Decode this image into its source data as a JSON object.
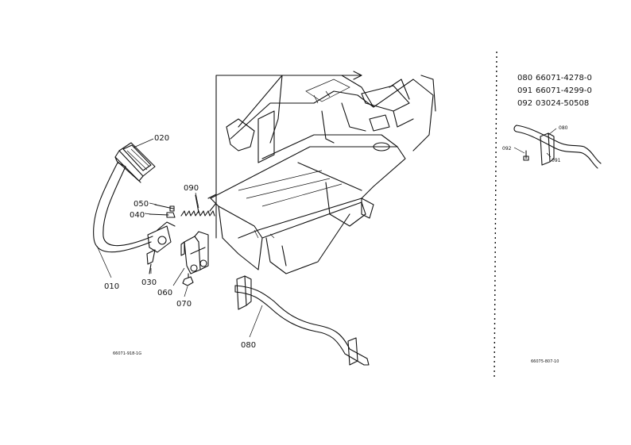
{
  "callouts": {
    "c020": "020",
    "c050": "050",
    "c040": "040",
    "c090": "090",
    "c030": "030",
    "c010": "010",
    "c060": "060",
    "c070": "070",
    "c080": "080"
  },
  "drawing_code_left": "66071-918-1G",
  "drawing_code_right": "66075-807-10",
  "parts_list": [
    {
      "ref": "080",
      "part_no": "66071-4278-0"
    },
    {
      "ref": "091",
      "part_no": "66071-4299-0"
    },
    {
      "ref": "092",
      "part_no": "03024-50508"
    }
  ],
  "inset_callouts": {
    "c080": "080",
    "c092": "092",
    "c091": "091"
  }
}
